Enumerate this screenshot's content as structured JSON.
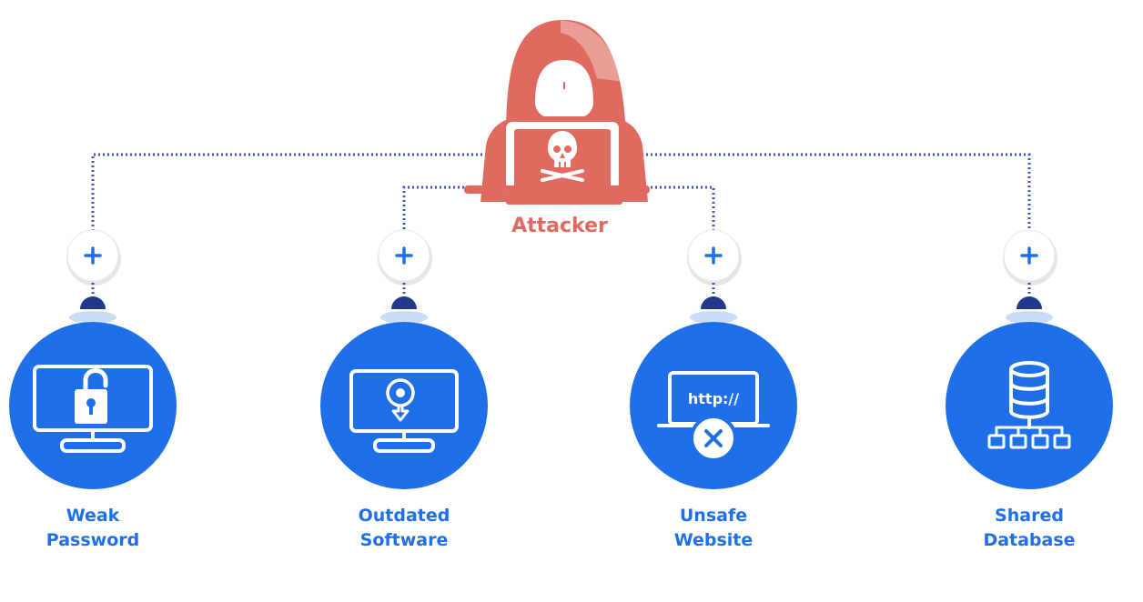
{
  "attacker": {
    "label": "Attacker"
  },
  "nodes": [
    {
      "line1": "Weak",
      "line2": "Password",
      "icon": "unlocked-padlock-monitor-icon"
    },
    {
      "line1": "Outdated",
      "line2": "Software",
      "icon": "download-update-monitor-icon"
    },
    {
      "line1": "Unsafe",
      "line2": "Website",
      "icon": "insecure-http-laptop-icon"
    },
    {
      "line1": "Shared",
      "line2": "Database",
      "icon": "database-network-icon"
    }
  ],
  "laptop_text": "http://",
  "colors": {
    "attacker": "#e06a5f",
    "node": "#1f6fe8",
    "connector": "#3f56b8",
    "knob": "#1f3a8c"
  }
}
